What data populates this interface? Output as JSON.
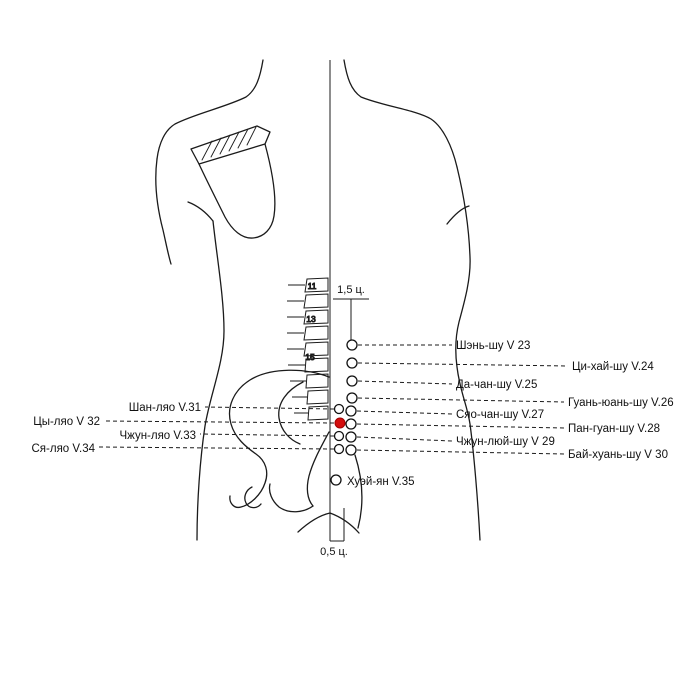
{
  "diagram": {
    "highlight_color": "#d40e0e"
  },
  "dimension_labels": {
    "top": "1,5 ц.",
    "bottom": "0,5 ц."
  },
  "vertebra_numbers": {
    "n1": "11",
    "n2": "13",
    "n3": "15"
  },
  "point_labels": {
    "v23": "Шэнь-шу V 23",
    "v24": "Ци-хай-шу V.24",
    "v25": "Да-чан-шу V.25",
    "v26": "Гуань-юань-шу V.26",
    "v27": "Сяо-чан-шу V.27",
    "v28": "Пан-гуан-шу V.28",
    "v29": "Чжун-люй-шу V 29",
    "v30": "Бай-хуань-шу V 30",
    "v31": "Шан-ляо V.31",
    "v32": "Цы-ляо V 32",
    "v33": "Чжун-ляо V.33",
    "v34": "Ся-ляо V.34",
    "v35": "Хуэй-ян V.35"
  }
}
